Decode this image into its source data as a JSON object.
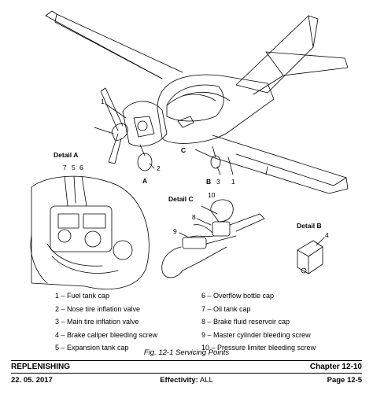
{
  "figure": {
    "callouts": {
      "main_1": "1",
      "main_2": "2",
      "main_A": "A",
      "main_B": "B",
      "main_3": "3",
      "main_1b": "1",
      "main_C": "C"
    },
    "detail_a": {
      "title": "Detail A",
      "callouts": [
        "7",
        "5",
        "6"
      ]
    },
    "detail_b": {
      "title": "Detail B",
      "callouts": [
        "4"
      ]
    },
    "detail_c": {
      "title": "Detail C",
      "callouts": [
        "10",
        "8",
        "9"
      ]
    }
  },
  "legend": {
    "left": [
      "1 – Fuel tank cap",
      "2 – Nose tire inflation valve",
      "3 – Main tire inflation valve",
      "4 – Brake caliper bleeding screw",
      "5 – Expansion tank cap"
    ],
    "right": [
      "6 – Overflow bottle cap",
      "7 – Oil tank cap",
      "8 – Brake fluid reservoir cap",
      "9 – Master cylinder bleeding screw",
      "10 – Pressure limiter bleeding screw"
    ]
  },
  "caption": "Fig. 12-1   Servicing Points",
  "footer": {
    "section": "REPLENISHING",
    "chapter": "Chapter 12-10",
    "date": "22. 05. 2017",
    "effectivity_label": "Effectivity:",
    "effectivity_value": "ALL",
    "page": "Page 12-5"
  }
}
